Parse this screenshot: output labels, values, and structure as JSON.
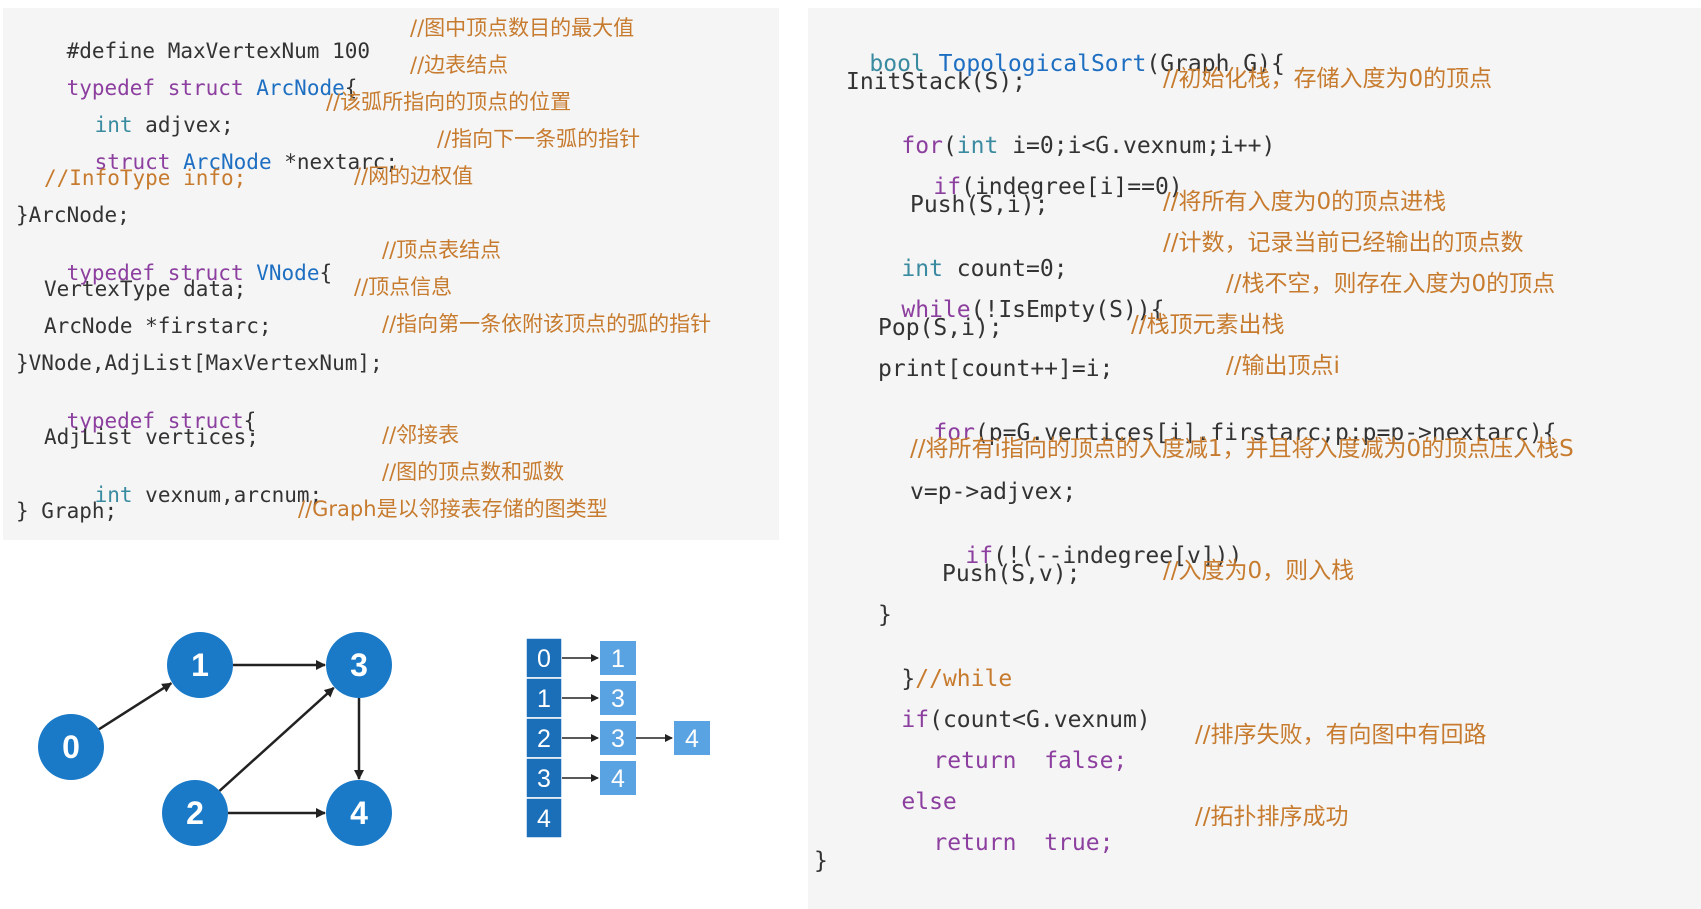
{
  "left_code": {
    "l1": {
      "code": "#define MaxVertexNum 100",
      "comment": "//图中顶点数目的最大值"
    },
    "l2": {
      "kw": "typedef struct",
      "name": "ArcNode",
      "brace": "{",
      "comment": "//边表结点"
    },
    "l3": {
      "ty": "int",
      "rest": "adjvex;",
      "comment": "//该弧所指向的顶点的位置"
    },
    "l4": {
      "kw": "struct",
      "name": "ArcNode",
      "rest": "*nextarc;",
      "comment": "//指向下一条弧的指针"
    },
    "l5": {
      "code": "//InfoType info;",
      "comment": "//网的边权值"
    },
    "l6": {
      "code": "}ArcNode;"
    },
    "l7": {
      "kw": "typedef struct",
      "name": "VNode",
      "brace": "{",
      "comment": "//顶点表结点"
    },
    "l8": {
      "code": "VertexType data;",
      "comment": "//顶点信息"
    },
    "l9": {
      "code": "ArcNode *firstarc;",
      "comment": "//指向第一条依附该顶点的弧的指针"
    },
    "l10": {
      "code": "}VNode,AdjList[MaxVertexNum];"
    },
    "l11": {
      "kw": "typedef struct",
      "brace": "{"
    },
    "l12": {
      "code": "AdjList vertices;",
      "comment": "//邻接表"
    },
    "l13": {
      "ty": "int",
      "rest": "vexnum,arcnum;",
      "comment": "//图的顶点数和弧数"
    },
    "l14": {
      "code": "} Graph;",
      "comment": "//Graph是以邻接表存储的图类型"
    }
  },
  "right_code": {
    "r1": {
      "ty": "bool",
      "fn": "TopologicalSort",
      "rest": "(Graph G){"
    },
    "r2": {
      "code": "InitStack(S);",
      "comment": "//初始化栈，存储入度为0的顶点"
    },
    "r3": {
      "kw": "for",
      "a": "(",
      "ty": "int",
      "rest": "i=0;i<G.vexnum;i++)"
    },
    "r4": {
      "kw": "if",
      "rest": "(indegree[i]==0)"
    },
    "r5": {
      "code": "Push(S,i);",
      "comment": "//将所有入度为0的顶点进栈"
    },
    "r6": {
      "ty": "int",
      "rest": "count=0;",
      "comment": "//计数，记录当前已经输出的顶点数"
    },
    "r7": {
      "kw": "while",
      "rest": "(!IsEmpty(S)){",
      "comment": "//栈不空，则存在入度为0的顶点"
    },
    "r8": {
      "code": "Pop(S,i);",
      "comment": "//栈顶元素出栈"
    },
    "r9": {
      "code": "print[count++]=i;",
      "comment": "//输出顶点i"
    },
    "r10": {
      "kw": "for",
      "rest": "(p=G.vertices[i].firstarc;p;p=p->nextarc){"
    },
    "r11": {
      "comment": "//将所有i指向的顶点的入度减1，并且将入度减为0的顶点压入栈S"
    },
    "r12": {
      "code": "v=p->adjvex;"
    },
    "r13": {
      "kw": "if",
      "rest": "(!(--indegree[v]))"
    },
    "r14": {
      "code": "Push(S,v);",
      "comment": "//入度为0，则入栈"
    },
    "r15": {
      "code": "}"
    },
    "r16": {
      "code": "}",
      "comment": "//while"
    },
    "r17": {
      "kw": "if",
      "rest": "(count<G.vexnum)"
    },
    "r18": {
      "kw": "return",
      "val": "false;",
      "comment": "//排序失败，有向图中有回路"
    },
    "r19": {
      "kw": "else"
    },
    "r20": {
      "kw": "return",
      "val": "true;",
      "comment": "//拓扑排序成功"
    },
    "r21": {
      "code": "}"
    }
  },
  "graph": {
    "nodes": [
      "0",
      "1",
      "2",
      "3",
      "4"
    ],
    "edges": [
      [
        "0",
        "1"
      ],
      [
        "1",
        "3"
      ],
      [
        "2",
        "3"
      ],
      [
        "2",
        "4"
      ],
      [
        "3",
        "4"
      ]
    ],
    "colors": {
      "node": "#1a7ac8",
      "node_text": "#ffffff",
      "edge": "#222222"
    }
  },
  "adjacency_list": {
    "heads": [
      "0",
      "1",
      "2",
      "3",
      "4"
    ],
    "lists": [
      [
        "1"
      ],
      [
        "3"
      ],
      [
        "3",
        "4"
      ],
      [
        "4"
      ],
      []
    ],
    "colors": {
      "head": "#1a6fb8",
      "cell": "#5aa3e2",
      "text": "#ffffff"
    }
  }
}
